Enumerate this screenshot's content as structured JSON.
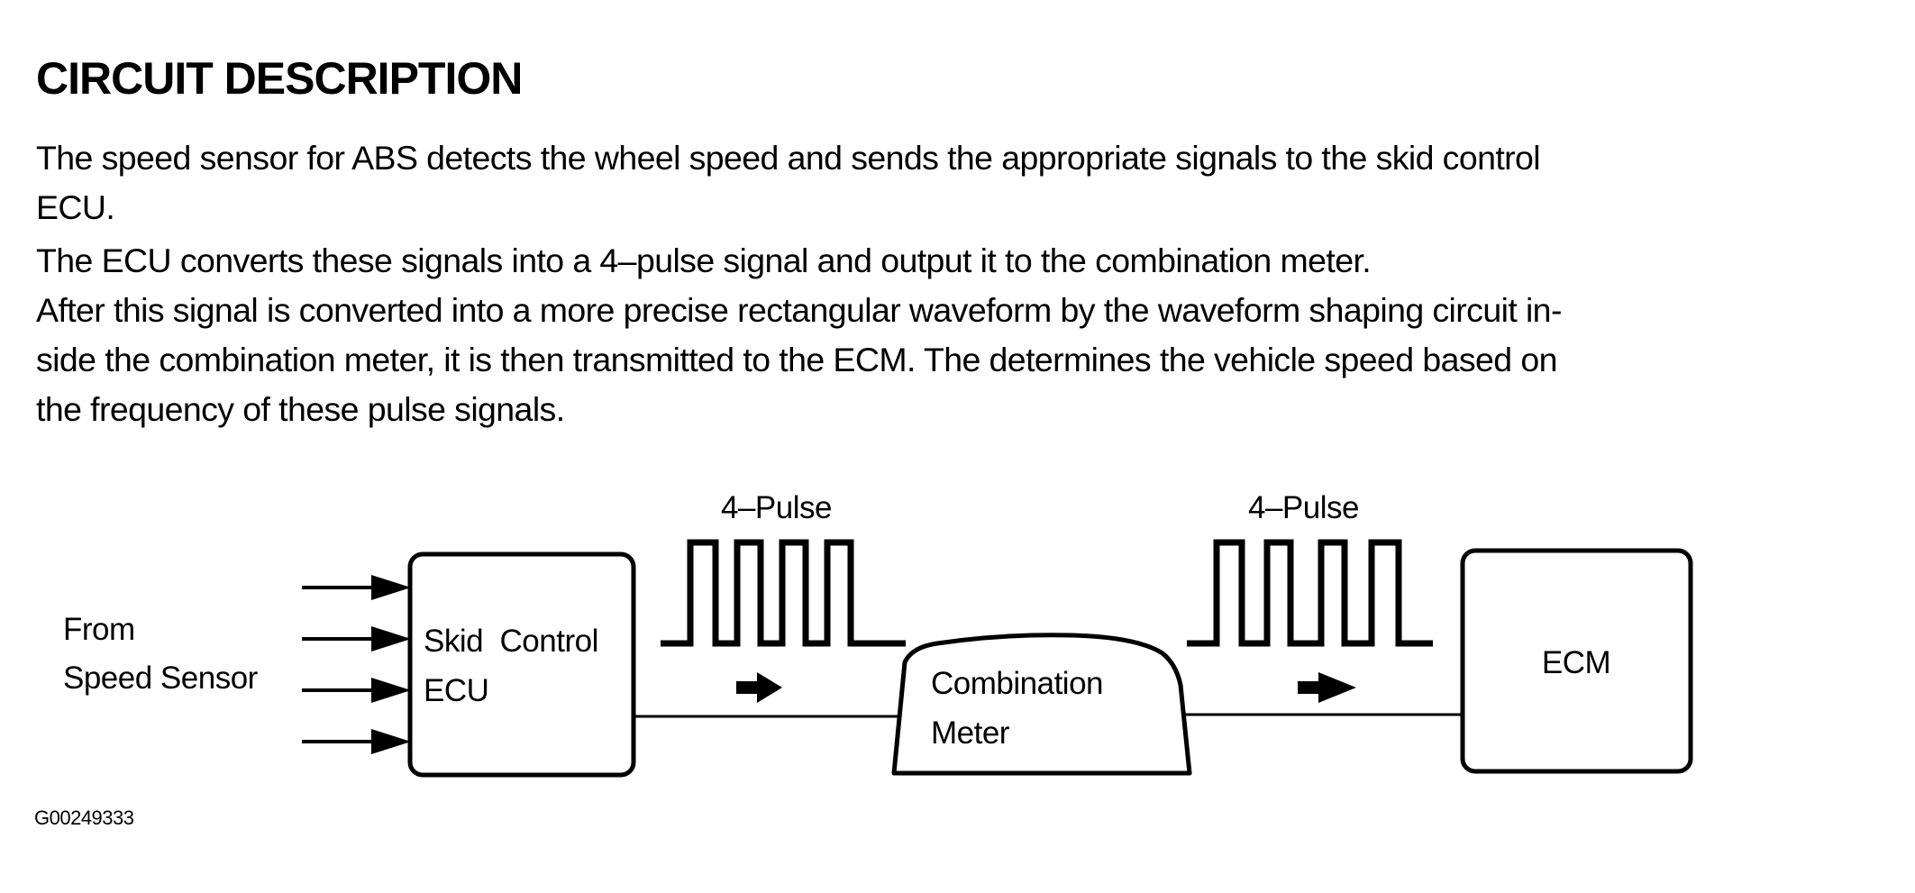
{
  "section": {
    "title": "CIRCUIT DESCRIPTION",
    "paragraphs": [
      {
        "lines": [
          "The speed sensor for ABS detects the wheel speed and sends the appropriate signals to the skid control",
          "ECU."
        ]
      },
      {
        "lines": [
          "The ECU converts these signals into a 4–pulse signal and output it to the combination meter."
        ]
      },
      {
        "lines": [
          "After this signal is converted into a more precise rectangular waveform by the waveform shaping circuit in-",
          "side the combination meter, it is then transmitted to the ECM. The determines the vehicle speed based on",
          "the frequency of these pulse signals."
        ]
      }
    ]
  },
  "diagram": {
    "source_label_lines": [
      "From",
      "Speed Sensor"
    ],
    "input_arrow_count": 4,
    "blocks": {
      "skid_ecu": [
        "Skid  Control",
        "ECU"
      ],
      "combination_meter": [
        "Combination",
        "Meter"
      ],
      "ecm": [
        "ECM"
      ]
    },
    "signals": [
      {
        "label": "4–Pulse",
        "pulses": 4,
        "direction": "right"
      },
      {
        "label": "4–Pulse",
        "pulses": 4,
        "direction": "right"
      }
    ],
    "colors": {
      "ink": "#000000",
      "background": "#ffffff"
    }
  },
  "figure_id": "G00249333"
}
